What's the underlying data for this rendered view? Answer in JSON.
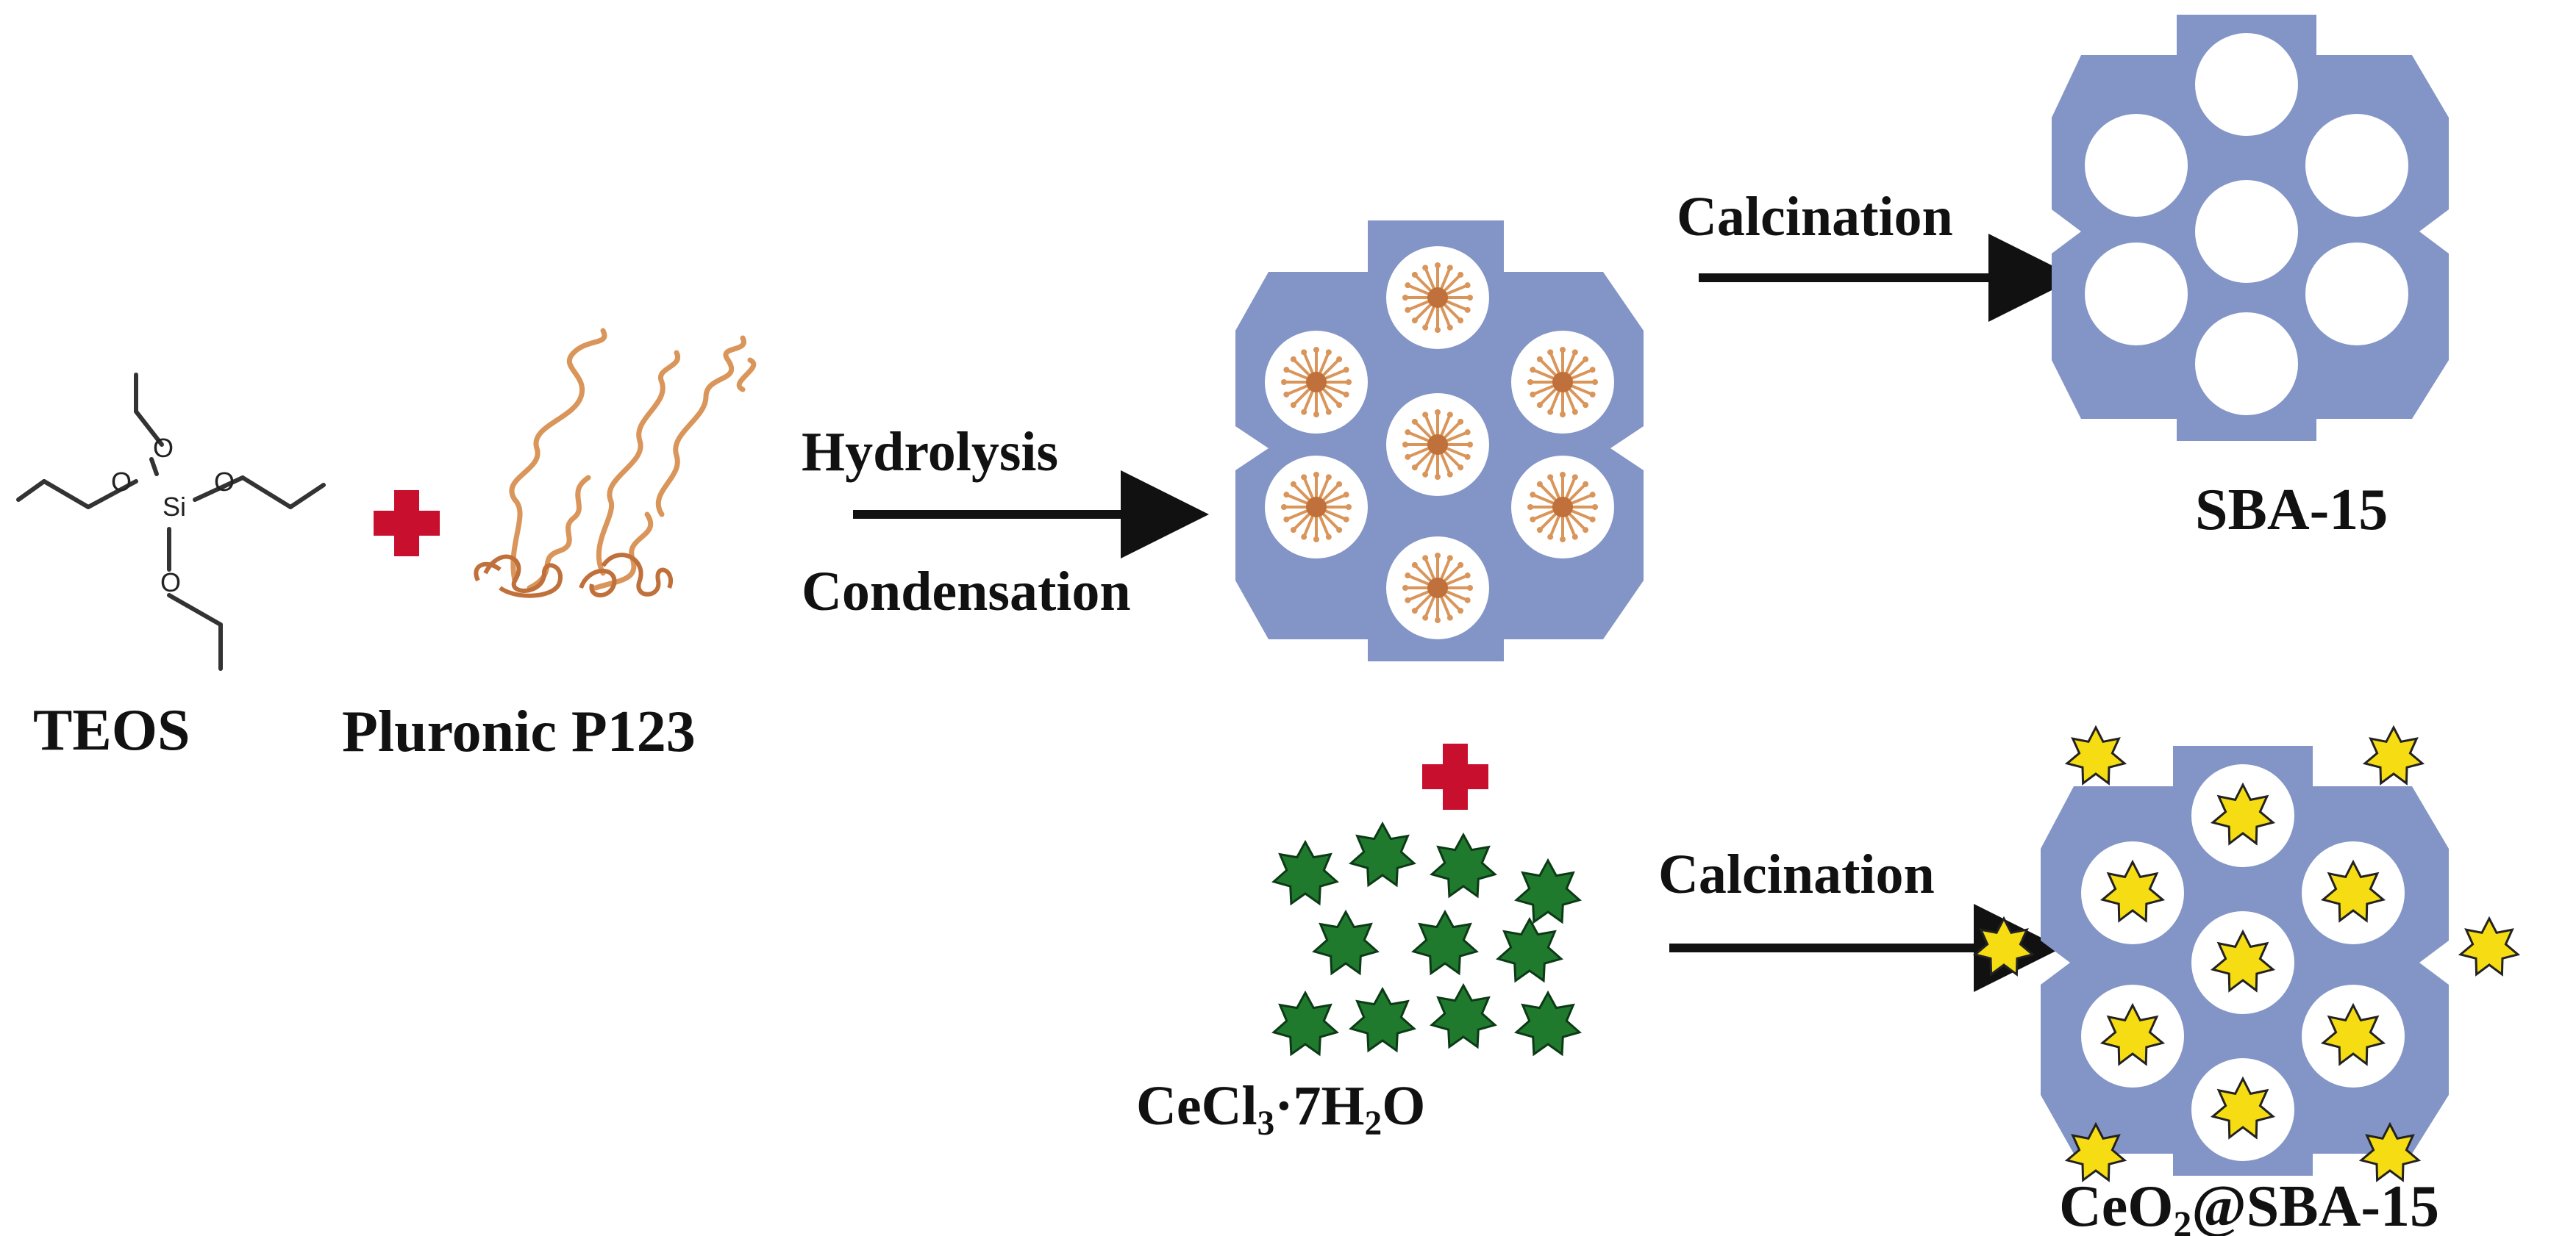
{
  "reactants": {
    "teos_label": "TEOS",
    "p123_label": "Pluronic P123",
    "si_atom": "Si",
    "o_atom": "O"
  },
  "steps": {
    "hydrolysis": "Hydrolysis",
    "condensation": "Condensation",
    "calcination_top": "Calcination",
    "calcination_bottom": "Calcination"
  },
  "products": {
    "sba15": "SBA-15",
    "cecl3_parts": [
      "CeCl",
      "3",
      "·7H",
      "2",
      "O"
    ],
    "ceo2_parts": [
      "CeO",
      "2",
      "@SBA-15"
    ]
  },
  "colors": {
    "framework": "#8395c6",
    "plus": "#c8102e",
    "polymer": "#d9955a",
    "polymer_dark": "#c0703a",
    "ce_star": "#1f7a2e",
    "ceo2_star": "#f6dc12",
    "arrow": "#111111"
  },
  "icons": {
    "plus": "red-plus-icon",
    "pore": "hexagonal-pore-icon",
    "micelle": "micelle-icon",
    "ce_star": "green-star-icon",
    "ceo2_star": "yellow-star-icon"
  }
}
